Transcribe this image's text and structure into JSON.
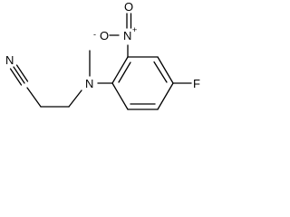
{
  "structure": {
    "atoms": {
      "nitrile_n": {
        "symbol": "N"
      },
      "amine_n": {
        "symbol": "N"
      },
      "nitro_n": {
        "symbol": "N",
        "charge": "+"
      },
      "nitro_o_minus": {
        "symbol": "O",
        "charge": "-"
      },
      "nitro_o_double": {
        "symbol": "O"
      },
      "fluorine": {
        "symbol": "F"
      }
    }
  },
  "colors": {
    "bond": "#000000",
    "label": "#000000",
    "background": "#ffffff"
  }
}
